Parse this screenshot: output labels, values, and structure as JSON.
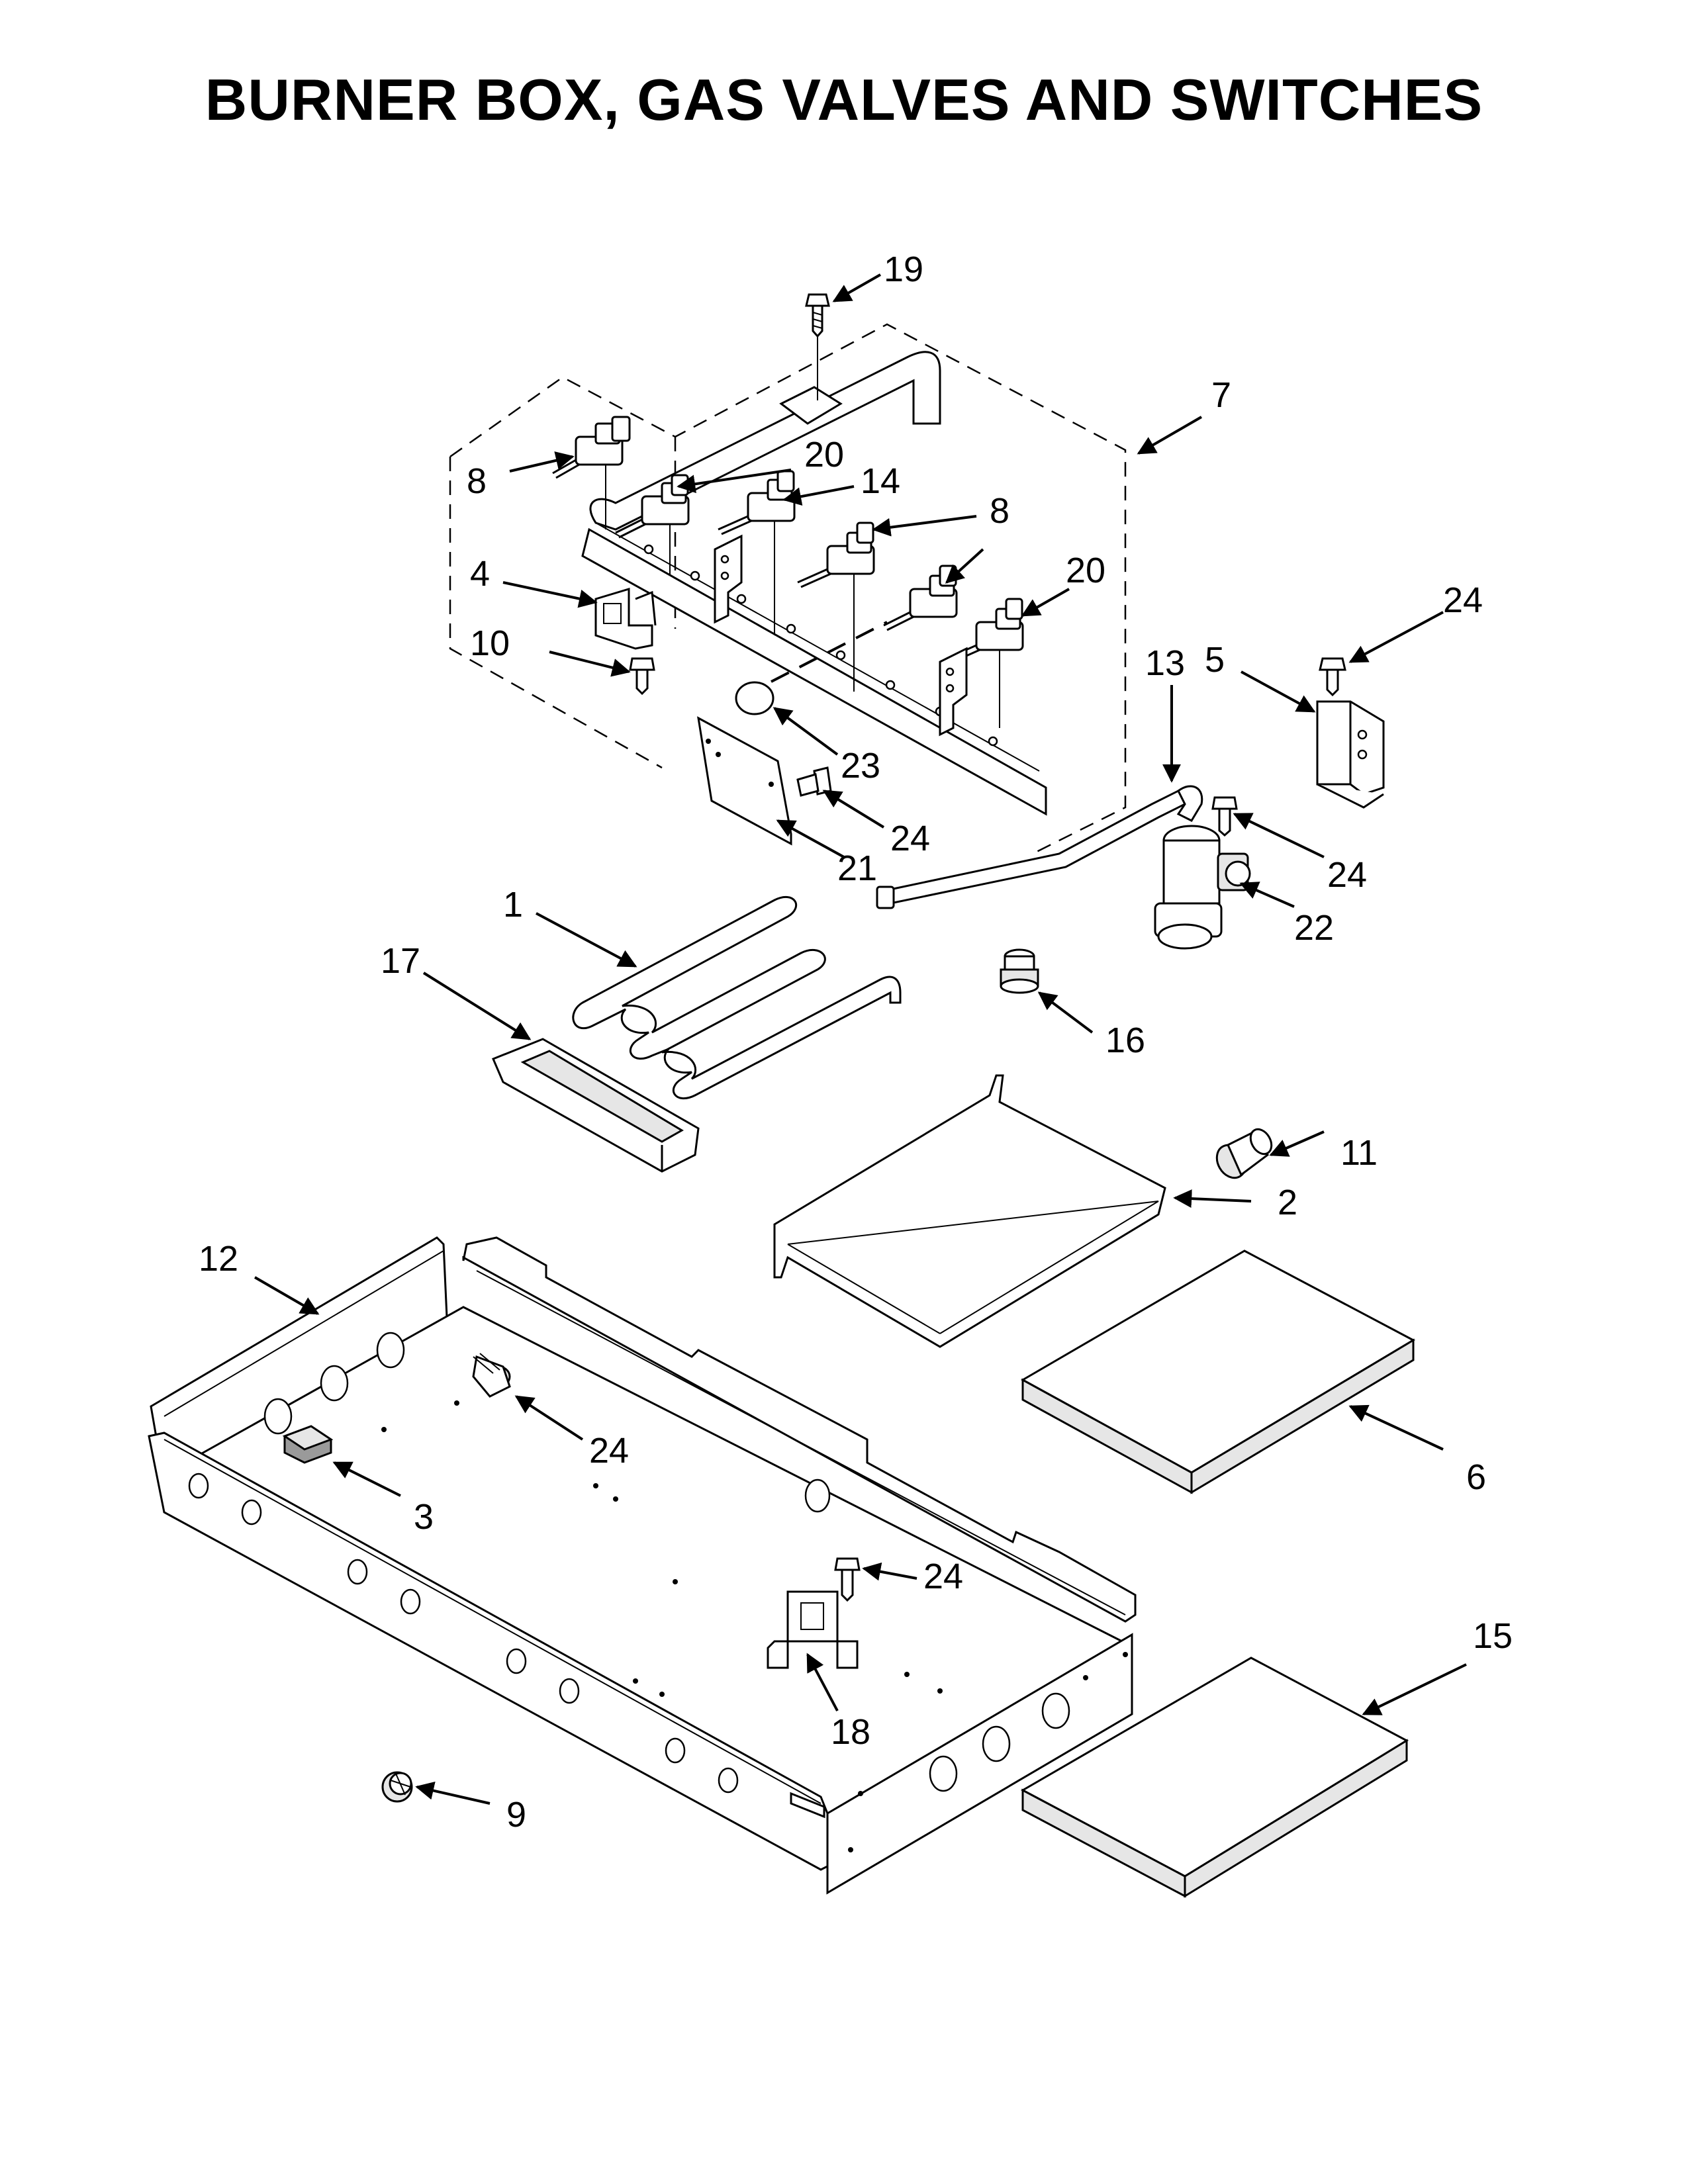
{
  "title": "BURNER BOX, GAS VALVES AND SWITCHES",
  "callouts": [
    {
      "id": "c19",
      "text": "19"
    },
    {
      "id": "c7",
      "text": "7"
    },
    {
      "id": "c20a",
      "text": "20"
    },
    {
      "id": "c14",
      "text": "14"
    },
    {
      "id": "c8a",
      "text": "8"
    },
    {
      "id": "c8b",
      "text": "8"
    },
    {
      "id": "c20b",
      "text": "20"
    },
    {
      "id": "c4",
      "text": "4"
    },
    {
      "id": "c10",
      "text": "10"
    },
    {
      "id": "c23",
      "text": "23"
    },
    {
      "id": "c24a",
      "text": "24"
    },
    {
      "id": "c21",
      "text": "21"
    },
    {
      "id": "c13",
      "text": "13"
    },
    {
      "id": "c5",
      "text": "5"
    },
    {
      "id": "c24b",
      "text": "24"
    },
    {
      "id": "c24c",
      "text": "24"
    },
    {
      "id": "c22",
      "text": "22"
    },
    {
      "id": "c1",
      "text": "1"
    },
    {
      "id": "c17",
      "text": "17"
    },
    {
      "id": "c16",
      "text": "16"
    },
    {
      "id": "c11",
      "text": "11"
    },
    {
      "id": "c2",
      "text": "2"
    },
    {
      "id": "c12",
      "text": "12"
    },
    {
      "id": "c24d",
      "text": "24"
    },
    {
      "id": "c6",
      "text": "6"
    },
    {
      "id": "c3",
      "text": "3"
    },
    {
      "id": "c24e",
      "text": "24"
    },
    {
      "id": "c18",
      "text": "18"
    },
    {
      "id": "c15",
      "text": "15"
    },
    {
      "id": "c9",
      "text": "9"
    }
  ]
}
